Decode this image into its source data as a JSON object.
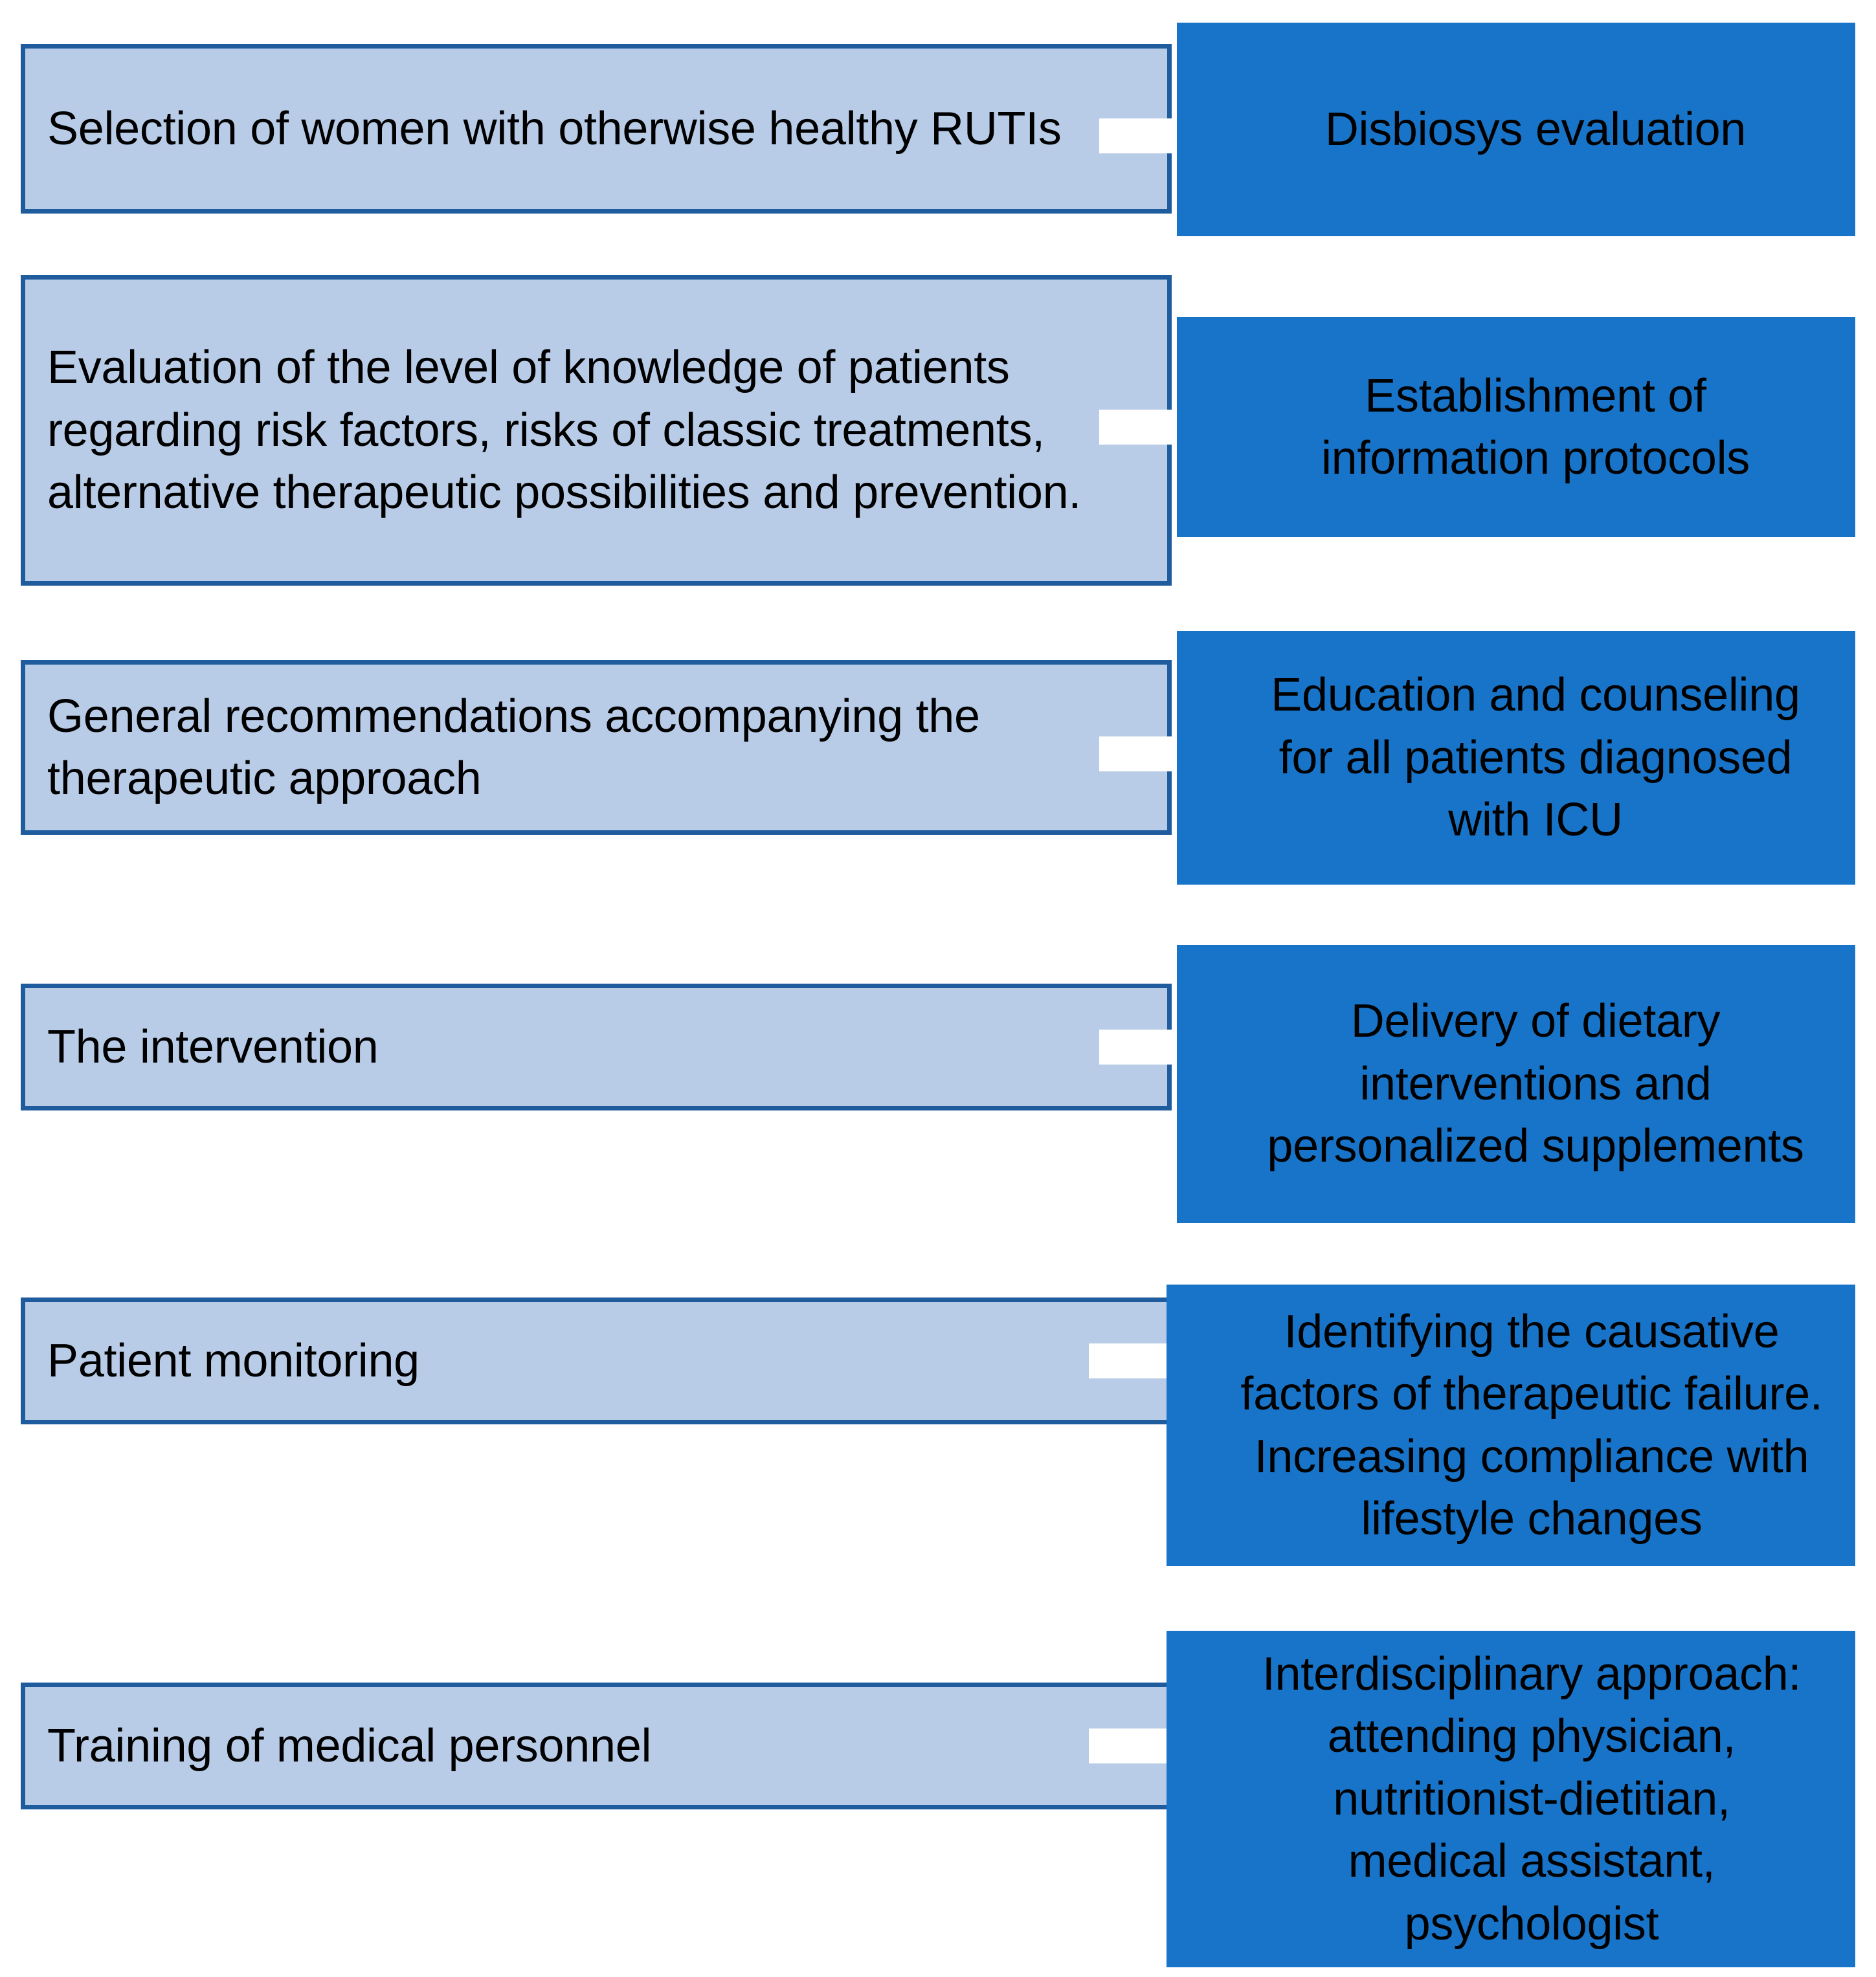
{
  "diagram": {
    "type": "flowchart",
    "orientation": "left-to-right pairs",
    "colors": {
      "left_box_fill": "#b8cce8",
      "left_box_border": "#1f5c9e",
      "right_box_fill": "#1874c8",
      "arrow_fill": "#ffffff",
      "text": "#000000",
      "background": "#ffffff"
    },
    "rows": [
      {
        "id": "row-1",
        "left_label": "Selection of women with otherwise healthy RUTIs",
        "arrow": "right-arrow-icon",
        "right_label": "Disbiosys evaluation"
      },
      {
        "id": "row-2",
        "left_label": "Evaluation of the level of knowledge of patients regarding risk factors, risks of classic treatments, alternative therapeutic possibilities and prevention.",
        "arrow": "right-arrow-icon",
        "right_label": "Establishment of\ninformation protocols"
      },
      {
        "id": "row-3",
        "left_label": "General recommendations accompanying the therapeutic approach",
        "arrow": "right-arrow-icon",
        "right_label": "Education and counseling\nfor all patients diagnosed\nwith ICU"
      },
      {
        "id": "row-4",
        "left_label": "The intervention",
        "arrow": "right-arrow-icon",
        "right_label": "Delivery of dietary\ninterventions and\npersonalized supplements"
      },
      {
        "id": "row-5",
        "left_label": "Patient monitoring",
        "arrow": "right-arrow-icon",
        "right_label": "Identifying the causative\nfactors of therapeutic failure.\nIncreasing compliance with\nlifestyle changes"
      },
      {
        "id": "row-6",
        "left_label": "Training of medical personnel",
        "arrow": "right-arrow-icon",
        "right_label": "Interdisciplinary approach:\nattending physician,\nnutritionist-dietitian,\nmedical assistant,\npsychologist"
      }
    ]
  }
}
